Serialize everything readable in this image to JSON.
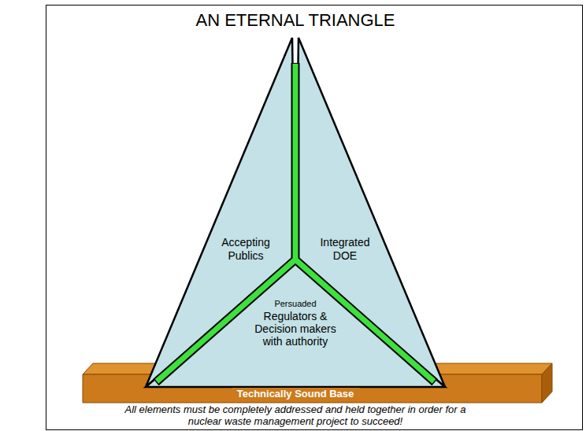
{
  "diagram": {
    "title": "AN ETERNAL TRIANGLE",
    "caption": "All elements must be completely addressed and held together in order for a nuclear waste management project to succeed!",
    "nodes": [
      {
        "text": [
          "Accepting Publics"
        ]
      },
      {
        "text": [
          "Integrated DOE"
        ]
      },
      {
        "text": [
          "Persuaded",
          "Regulators & Decision makers with authority"
        ]
      },
      {
        "text": [
          "Technically Sound Base"
        ]
      }
    ]
  }
}
